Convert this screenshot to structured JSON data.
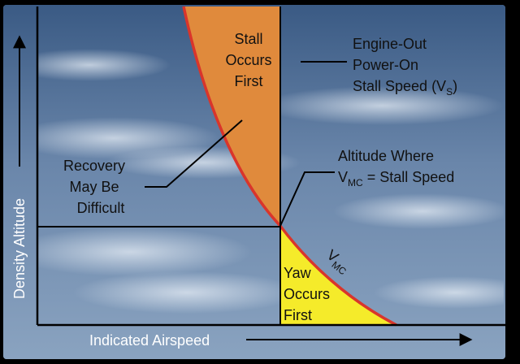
{
  "axes": {
    "x_label": "Indicated Airspeed",
    "y_label": "Density Altitude"
  },
  "regions": {
    "stall": {
      "lines": [
        "Stall",
        "Occurs",
        "First"
      ],
      "fill": "#E08A3C"
    },
    "yaw": {
      "lines": [
        "Yaw",
        "Occurs",
        "First"
      ],
      "fill": "#F5EB2A"
    }
  },
  "curve": {
    "label_main": "V",
    "label_sub": "MC",
    "color": "#D9352B"
  },
  "annotations": {
    "stall_speed": {
      "lines": [
        "Engine-Out",
        "Power-On"
      ],
      "last_main": "Stall Speed (V",
      "last_sub": "S",
      "last_end": ")"
    },
    "altitude_where": {
      "line1": "Altitude  Where",
      "l2_main": "V",
      "l2_sub": "MC",
      "l2_end": " = Stall Speed"
    },
    "recovery": {
      "lines": [
        "Recovery",
        "May Be",
        "Difficult"
      ]
    }
  },
  "colors": {
    "sky_top": "#3F5F88",
    "sky_bottom": "#7D98B8",
    "frame": "#000000"
  }
}
